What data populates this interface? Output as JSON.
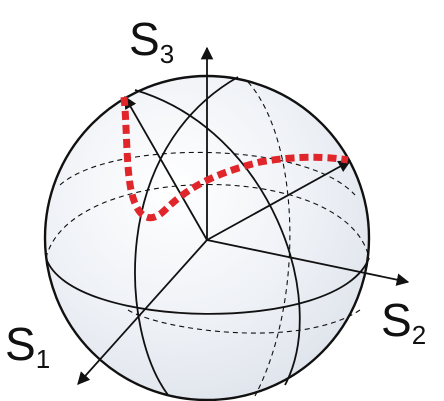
{
  "diagram": {
    "axes": [
      {
        "name": "s3-axis",
        "symbol": "S",
        "subscript": "3"
      },
      {
        "name": "s2-axis",
        "symbol": "S",
        "subscript": "2"
      },
      {
        "name": "s1-axis",
        "symbol": "S",
        "subscript": "1"
      }
    ],
    "colors": {
      "sphere_fill": "#eef1f6",
      "outline": "#111111",
      "trajectory": "#e0262b"
    }
  }
}
